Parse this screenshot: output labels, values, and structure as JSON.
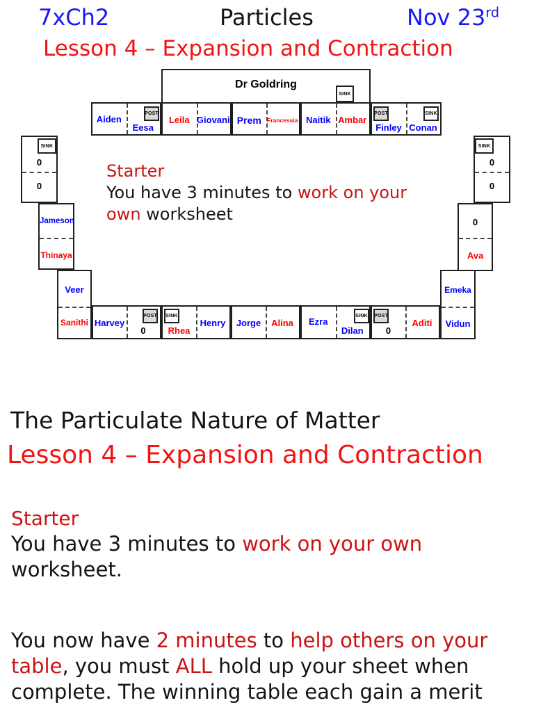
{
  "colors": {
    "header-blue": "#1a1af0",
    "header-red": "#f01414",
    "body-red": "#c81414",
    "seat-blue": "#0000ff",
    "seat-red": "#ff0000",
    "ink": "#141414",
    "line": "#1f1f1f",
    "tag-bg": "#d9d9d9"
  },
  "header": {
    "course": "7xCh2",
    "title": "Particles",
    "date": "Nov 23",
    "date_suffix": "rd",
    "lesson": "Lesson 4 – Expansion and Contraction"
  },
  "chart": {
    "teacher_label": "Dr Goldring",
    "labels": {
      "post": "POST",
      "sink": "SINK"
    },
    "seats": {
      "aiden": "Aiden",
      "eesa": "Eesa",
      "leila": "Leila",
      "giovani": "Giovani",
      "prem": "Prem",
      "francessia": "Francessia",
      "naitik": "Naitik",
      "ambar": "Ambar",
      "finley": "Finley",
      "conan": "Conan",
      "zero_l1": "0",
      "zero_l2": "0",
      "jameson": "Jameson",
      "thinaya": "Thinaya",
      "veer": "Veer",
      "sanithi": "Sanithi",
      "zero_r1": "0",
      "zero_r2": "0",
      "zero_r3": "0",
      "ava": "Ava",
      "emeka": "Emeka",
      "vidun": "Vidun",
      "harvey": "Harvey",
      "zero_b1": "0",
      "rhea": "Rhea",
      "henry": "Henry",
      "jorge": "Jorge",
      "alina": "Alina",
      "ezra": "Ezra",
      "dilan": "Dilan",
      "zero_b2": "0",
      "aditi": "Aditi"
    },
    "overlay": {
      "heading": "Starter",
      "l1a": "You have 3 minutes to ",
      "l1b": "work on your",
      "l2a": "own",
      "l2b": " worksheet"
    }
  },
  "body": {
    "heading": "The Particulate Nature of Matter",
    "lesson_heading": "Lesson 4 – Expansion and Contraction",
    "starter_heading": "Starter",
    "starter": {
      "a": "You have 3 minutes to ",
      "b": "work on your own",
      "c": "worksheet."
    },
    "task": {
      "a": "You now have ",
      "b": "2 minutes",
      "c": " to ",
      "d": "help others on your",
      "e": "table",
      "f": ", you must ",
      "g": "ALL",
      "h": " hold up your sheet when",
      "i": "complete. The winning table each gain a merit"
    }
  }
}
